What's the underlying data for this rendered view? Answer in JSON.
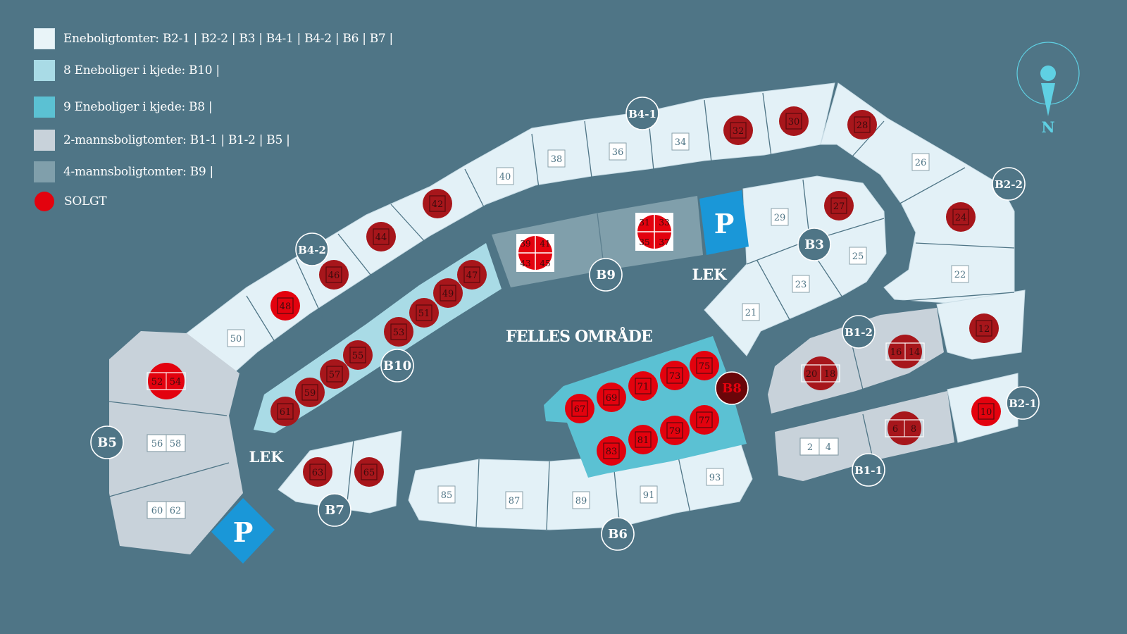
{
  "colors": {
    "background": "#4f7586",
    "enebolig": "#e3f1f7",
    "kjede_b10": "#a9dbe6",
    "kjede_b8": "#5bc1d3",
    "tomannsbolig": "#c8d2da",
    "firemannsbolig": "#809fab",
    "sold": "#e3020e",
    "sold_dark": "#a7161b",
    "parking": "#1a97d8",
    "marker": "#4f7586",
    "compass": "#5fd0e3"
  },
  "legend": [
    {
      "key": "enebolig",
      "label": "Eneboligtomter: B2-1  |  B2-2  |   B3  |  B4-1  |  B4-2  |   B6  |  B7  |",
      "swatch": "#e9f4f8"
    },
    {
      "key": "kjede_b10",
      "label": "8 Eneboliger i kjede: B10  |",
      "swatch": "#a9dbe6"
    },
    {
      "key": "kjede_b8",
      "label": "9 Eneboliger i kjede: B8  |",
      "swatch": "#5bc1d3"
    },
    {
      "key": "tomannsbolig",
      "label": "2-mannsboligtomter: B1-1  |  B1-2  |   B5  |",
      "swatch": "#c8d2da"
    },
    {
      "key": "firemannsbolig",
      "label": "4-mannsboligtomter: B9  |",
      "swatch": "#809fab"
    },
    {
      "key": "solgt",
      "label": "SOLGT",
      "swatch": "#e3020e"
    }
  ],
  "compass": {
    "label": "N",
    "icon": "north-arrow-icon"
  },
  "area_labels": {
    "felles": "FELLES OMRÅDE",
    "lek_left": "LEK",
    "lek_right": "LEK"
  },
  "parking": {
    "label": "P",
    "icon": "parking-icon"
  },
  "field_markers": [
    "B1-1",
    "B1-2",
    "B2-1",
    "B2-2",
    "B3",
    "B4-1",
    "B4-2",
    "B5",
    "B6",
    "B7",
    "B8",
    "B9",
    "B10"
  ],
  "sold_plots": [
    "6",
    "8",
    "10",
    "12",
    "14",
    "16",
    "18",
    "20",
    "24",
    "27",
    "28",
    "30",
    "32",
    "31",
    "33",
    "35",
    "37",
    "39",
    "41",
    "43",
    "45",
    "42",
    "44",
    "46",
    "47",
    "48",
    "49",
    "51",
    "52",
    "53",
    "54",
    "55",
    "57",
    "59",
    "61",
    "63",
    "65",
    "67",
    "69",
    "71",
    "73",
    "75",
    "77",
    "79",
    "81",
    "83"
  ],
  "available_plots": [
    "2",
    "4",
    "21",
    "22",
    "23",
    "25",
    "26",
    "29",
    "34",
    "36",
    "38",
    "40",
    "50",
    "56",
    "58",
    "60",
    "62",
    "85",
    "87",
    "89",
    "91",
    "93"
  ]
}
